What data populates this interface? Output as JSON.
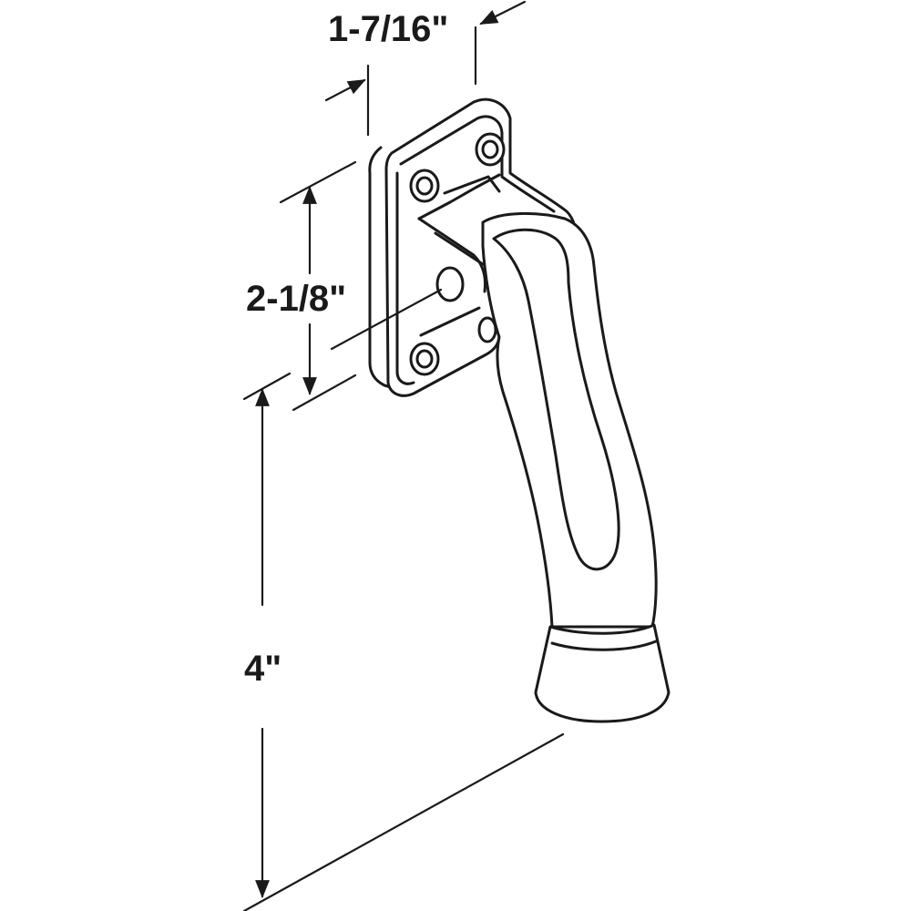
{
  "diagram": {
    "dimensions": {
      "width": "1-7/16\"",
      "mounting_height": "2-1/8\"",
      "length": "4\""
    }
  },
  "colors": {
    "line": "#1a1a1a",
    "fill": "#ffffff"
  }
}
